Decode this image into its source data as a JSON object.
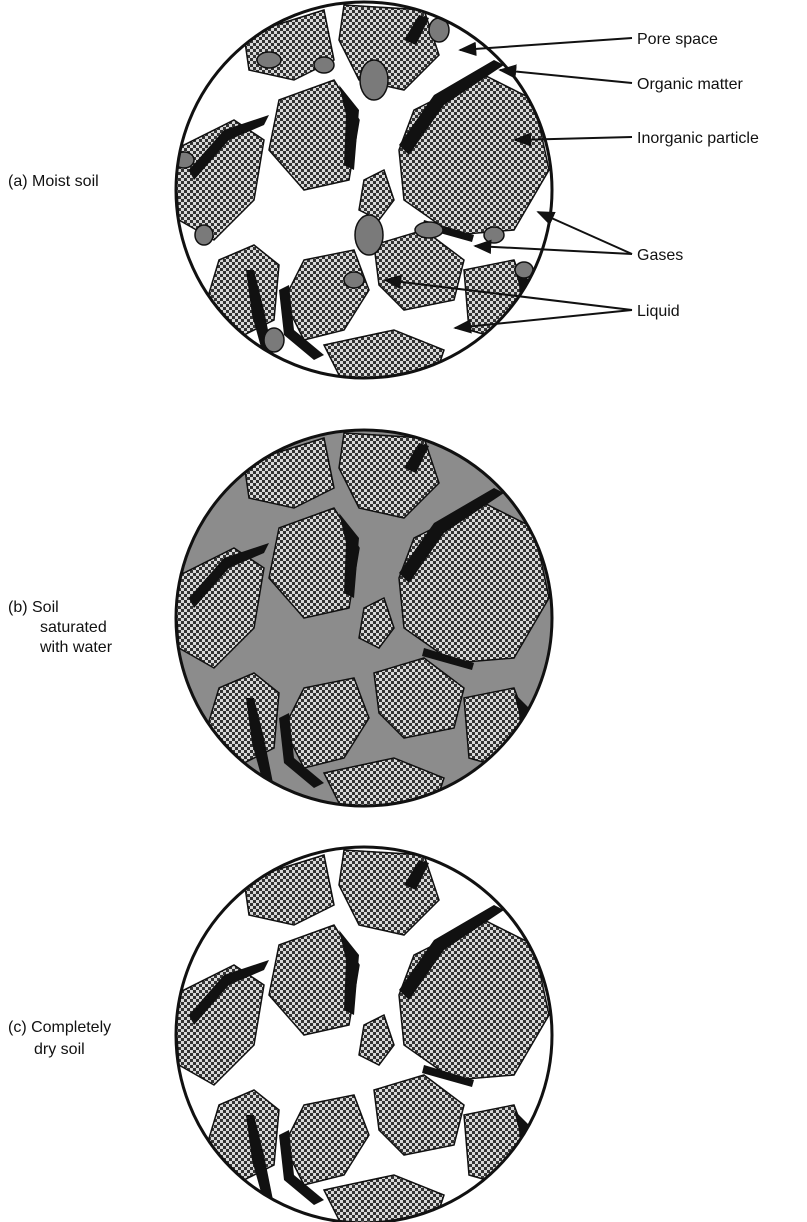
{
  "panels": [
    {
      "id": "a",
      "caption_lines": [
        "(a) Moist soil"
      ],
      "fill": "moist"
    },
    {
      "id": "b",
      "caption_lines": [
        "(b) Soil",
        "saturated",
        "with water"
      ],
      "fill": "saturated"
    },
    {
      "id": "c",
      "caption_lines": [
        "(c) Completely",
        "dry soil"
      ],
      "fill": "dry"
    }
  ],
  "callouts": {
    "pore_space": "Pore space",
    "organic_matter": "Organic matter",
    "inorganic_particle": "Inorganic particle",
    "gases": "Gases",
    "liquid": "Liquid"
  },
  "colors": {
    "particle_dark": "#333333",
    "particle_light": "#d8d8d8",
    "organic": "#111111",
    "water": "#8c8c8c",
    "droplet": "#7a7a7a",
    "pore": "#ffffff",
    "outline": "#111111"
  }
}
